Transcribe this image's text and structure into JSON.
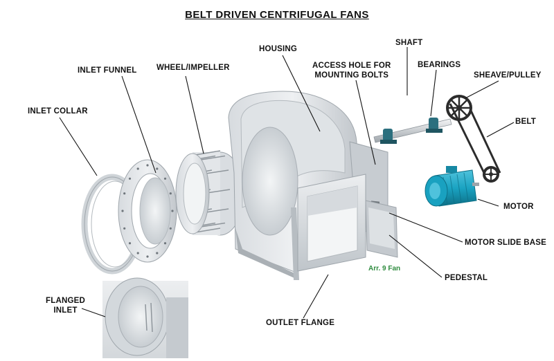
{
  "title": "BELT DRIVEN CENTRIFUGAL FANS",
  "arrangement_note": "Arr. 9 Fan",
  "labels": {
    "housing": "HOUSING",
    "shaft": "SHAFT",
    "access_hole_line1": "ACCESS HOLE FOR",
    "access_hole_line2": "MOUNTING BOLTS",
    "bearings": "BEARINGS",
    "inlet_funnel": "INLET FUNNEL",
    "wheel_impeller": "WHEEL/IMPELLER",
    "sheave_pulley": "SHEAVE/PULLEY",
    "inlet_collar": "INLET COLLAR",
    "belt": "BELT",
    "motor": "MOTOR",
    "motor_slide_base": "MOTOR SLIDE BASE",
    "pedestal": "PEDESTAL",
    "flanged_inlet_line1": "FLANGED",
    "flanged_inlet_line2": "INLET",
    "outlet_flange": "OUTLET FLANGE"
  },
  "colors": {
    "metal_light": "#e4e7ea",
    "metal_mid": "#c9ced3",
    "metal_dark": "#9aa1a8",
    "motor_teal": "#1aa3c2",
    "bearing_teal": "#2b6f7e",
    "belt_dark": "#2c2c2c",
    "note_green": "#2e8b3e"
  }
}
